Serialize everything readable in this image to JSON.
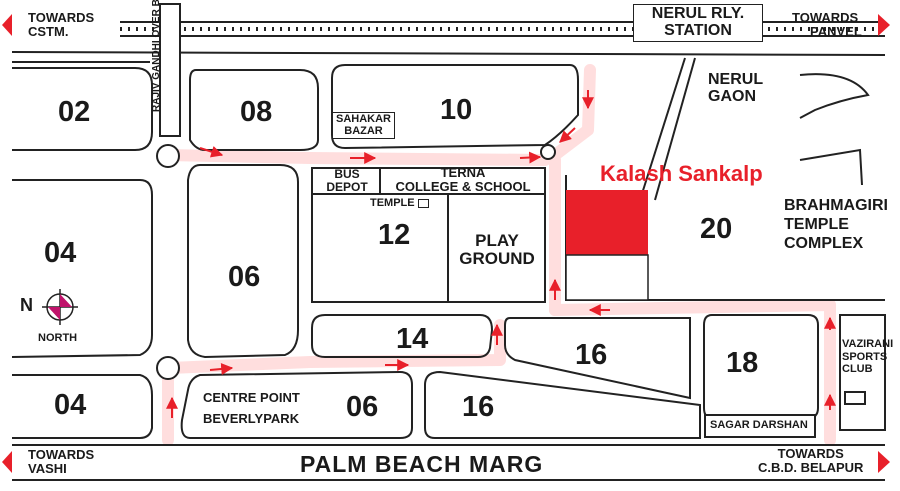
{
  "directions": {
    "top_left": [
      "TOWARDS",
      "CSTM."
    ],
    "top_right": [
      "TOWARDS",
      "PANVEL"
    ],
    "bottom_left": [
      "TOWARDS",
      "VASHI"
    ],
    "bottom_right": [
      "TOWARDS",
      "C.B.D. BELAPUR"
    ]
  },
  "station": [
    "NERUL RLY.",
    "STATION"
  ],
  "bridge": "RAJIV GANDHI OVER BRIDGE",
  "road": "PALM BEACH MARG",
  "sectors": {
    "s02": "02",
    "s08": "08",
    "s10": "10",
    "s04a": "04",
    "s06a": "06",
    "s12": "12",
    "s14": "14",
    "s16a": "16",
    "s16b": "16",
    "s18": "18",
    "s20": "20",
    "s04b": "04",
    "s06b": "06"
  },
  "places": {
    "nerul_gaon": [
      "NERUL",
      "GAON"
    ],
    "sahakar": [
      "SAHAKAR",
      "BAZAR"
    ],
    "bus_depot": [
      "BUS",
      "DEPOT"
    ],
    "terna": [
      "TERNA",
      "COLLEGE & SCHOOL"
    ],
    "temple": "TEMPLE",
    "play": [
      "PLAY",
      "GROUND"
    ],
    "brahmagiri": [
      "BRAHMAGIRI",
      "TEMPLE",
      "COMPLEX"
    ],
    "vazirani": [
      "VAZIRANI",
      "SPORTS",
      "CLUB"
    ],
    "centre_point": [
      "CENTRE POINT",
      "BEVERLYPARK"
    ],
    "sagar": "SAGAR DARSHAN"
  },
  "project": "Kalash Sankalp",
  "compass": {
    "letter": "N",
    "label": "NORTH"
  },
  "colors": {
    "route": "#e8202a",
    "project": "#e8202a",
    "road_fill": "#ffe9e9",
    "ink": "#1a1a1a"
  }
}
